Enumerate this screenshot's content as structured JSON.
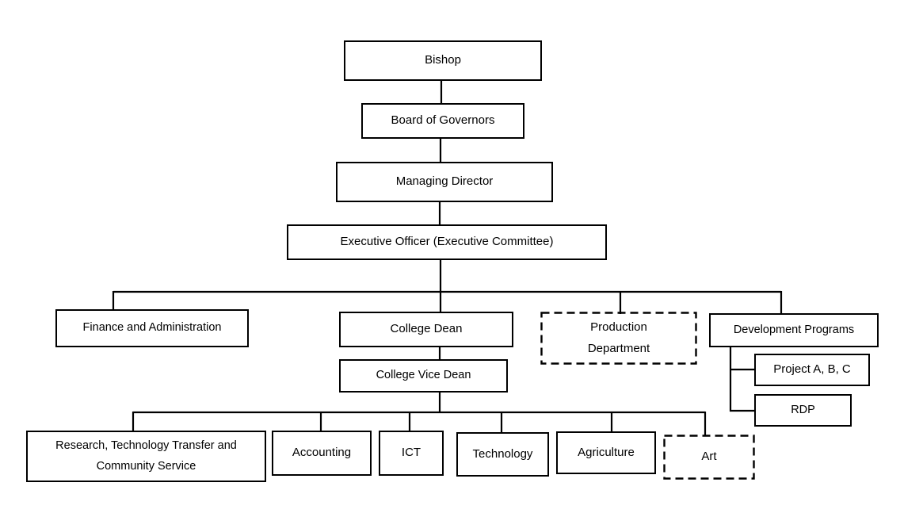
{
  "page": {
    "background_color": "#ffffff",
    "line_color": "#000000",
    "text_color": "#000000"
  },
  "diagram": {
    "type": "org-chart",
    "nodes": {
      "bishop": {
        "label": "Bishop",
        "parent": null,
        "style": "solid"
      },
      "board_of_governors": {
        "label": "Board of Governors",
        "parent": "bishop",
        "style": "solid"
      },
      "managing_director": {
        "label": "Managing Director",
        "parent": "board_of_governors",
        "style": "solid"
      },
      "executive_officer": {
        "label": "Executive Officer (Executive Committee)",
        "parent": "managing_director",
        "style": "solid"
      },
      "finance_and_administration": {
        "label": "Finance and Administration",
        "parent": "executive_officer",
        "style": "solid"
      },
      "college_dean": {
        "label": "College Dean",
        "parent": "executive_officer",
        "style": "solid"
      },
      "production_department": {
        "label": "Production\nDepartment",
        "parent": "executive_officer",
        "style": "dashed"
      },
      "development_programs": {
        "label": "Development Programs",
        "parent": "executive_officer",
        "style": "solid"
      },
      "college_vice_dean": {
        "label": "College Vice Dean",
        "parent": "college_dean",
        "style": "solid"
      },
      "project_abc": {
        "label": "Project A, B, C",
        "parent": "development_programs",
        "style": "solid"
      },
      "rdp": {
        "label": "RDP",
        "parent": "development_programs",
        "style": "solid"
      },
      "research_technology_community_service": {
        "label": "Research, Technology Transfer and\nCommunity Service",
        "parent": "college_vice_dean",
        "style": "solid"
      },
      "accounting": {
        "label": "Accounting",
        "parent": "college_vice_dean",
        "style": "solid"
      },
      "ict": {
        "label": "ICT",
        "parent": "college_vice_dean",
        "style": "solid"
      },
      "technology": {
        "label": "Technology",
        "parent": "college_vice_dean",
        "style": "solid"
      },
      "agriculture": {
        "label": "Agriculture",
        "parent": "college_vice_dean",
        "style": "solid"
      },
      "art": {
        "label": "Art",
        "parent": "college_vice_dean",
        "style": "dashed"
      }
    }
  }
}
